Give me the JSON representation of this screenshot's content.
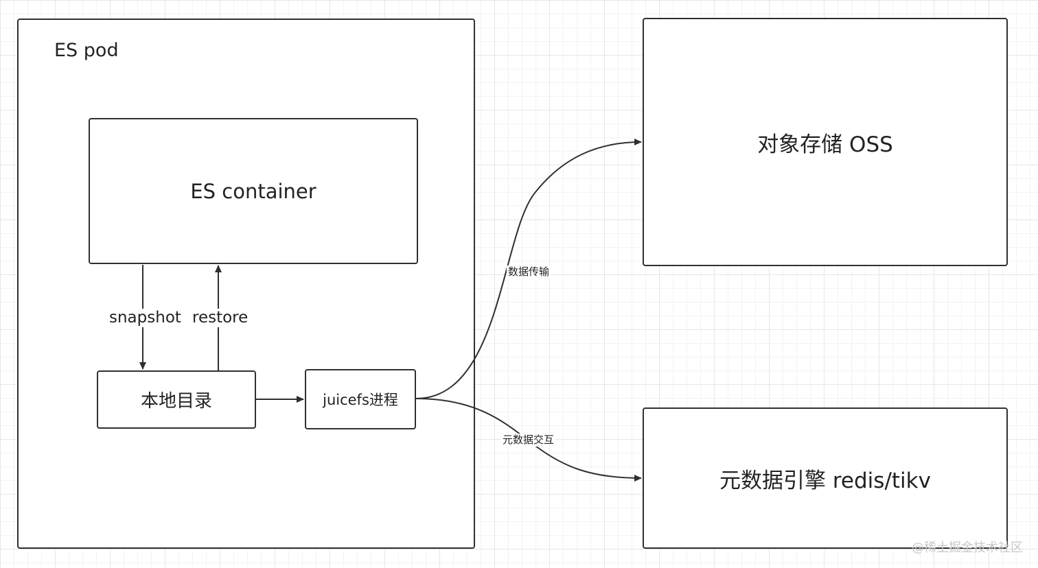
{
  "pod": {
    "label": "ES pod"
  },
  "container": {
    "label": "ES container"
  },
  "local_dir": {
    "label": "本地目录"
  },
  "juicefs": {
    "label": "juicefs进程"
  },
  "oss": {
    "label": "对象存储 OSS"
  },
  "meta_engine": {
    "label": "元数据引擎 redis/tikv"
  },
  "edges": {
    "snapshot": "snapshot",
    "restore": "restore",
    "data_transfer": "数据传输",
    "meta_exchange": "元数据交互"
  },
  "watermark": "@稀土掘金技术社区",
  "colors": {
    "stroke": "#2f2f2f",
    "grid": "#e6e6e6",
    "watermark": "#c8c8c8"
  }
}
